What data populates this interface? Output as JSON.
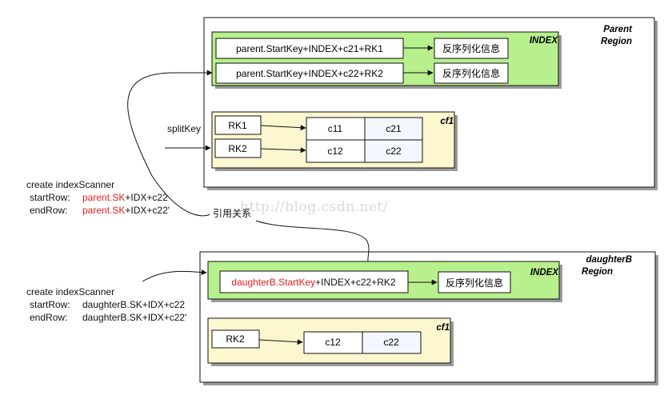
{
  "parent_region": {
    "title_line1": "Parent",
    "title_line2": "Region",
    "index": {
      "label": "INDEX",
      "rows": [
        {
          "key": "parent.StartKey+INDEX+c21+RK1",
          "value": "反序列化信息"
        },
        {
          "key": "parent.StartKey+INDEX+c22+RK2",
          "value": "反序列化信息"
        }
      ]
    },
    "cf1": {
      "label": "cf1",
      "rows": [
        {
          "rowkey": "RK1",
          "cells": [
            "c11",
            "c21"
          ]
        },
        {
          "rowkey": "RK2",
          "cells": [
            "c12",
            "c22"
          ]
        }
      ]
    }
  },
  "daughter_region": {
    "title_line1": "daughterB",
    "title_line2": "Region",
    "index": {
      "label": "INDEX",
      "row": {
        "key_prefix": "daughterB.",
        "key_highlight": "StartKey",
        "key_suffix": "+INDEX+c22+RK2",
        "value": "反序列化信息"
      }
    },
    "cf1": {
      "label": "cf1",
      "row": {
        "rowkey": "RK2",
        "cells": [
          "c12",
          "c22"
        ]
      }
    }
  },
  "split_key_label": "splitKey",
  "reference_label": "引用关系",
  "scanner_parent": {
    "title": "create indexScanner",
    "start_label": "startRow:",
    "start_red": "parent.SK",
    "start_rest": "+IDX+c22",
    "end_label": "endRow:",
    "end_red": "parent.SK",
    "end_rest": "+IDX+c22'"
  },
  "scanner_daughter": {
    "title": "create indexScanner",
    "start_label": "startRow:",
    "start_value": "daughterB.SK+IDX+c22",
    "end_label": "endRow:",
    "end_value": "daughterB.SK+IDX+c22'"
  },
  "watermark": "http://blog.csdn.net/",
  "colors": {
    "index_fill": "#b7f08c",
    "cf_fill": "#fdf7cf",
    "cell_fill": "#f2f8fd",
    "red": "#e02020",
    "shadow": "#9a9a9a"
  }
}
